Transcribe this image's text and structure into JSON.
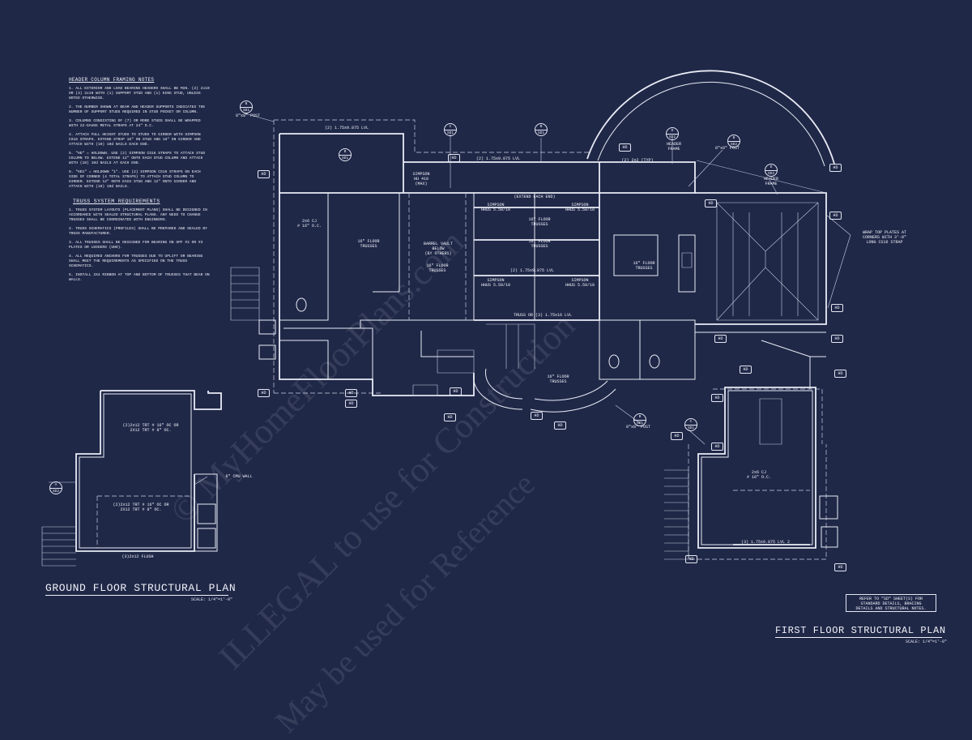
{
  "notes": {
    "header_title": "HEADER COLUMN FRAMING NOTES",
    "header_items": [
      "1. ALL EXTERIOR AND LOAD BEARING HEADERS SHALL BE MIN. (2) 2x10 OR (3) 2x10 WITH (1) SUPPORT STUD AND (1) KING STUD, UNLESS NOTED OTHERWISE.",
      "2. THE NUMBER SHOWN AT BEAM AND HEADER SUPPORTS INDICATES THE NUMBER OF SUPPORT STUDS REQUIRED IN STUD POCKET OR COLUMN.",
      "3. COLUMNS CONSISTING OF (7) OR MORE STUDS SHALL BE WRAPPED WITH 22-GAUGE METAL STRAPS AT 24\" O.C.",
      "4. ATTACH FULL HEIGHT STUDS TO STUDS TO GIRDER WITH SIMPSON CS16 STRAPS. EXTEND STRAP 18\" ON STUD AND 18\" ON GIRDER AND ATTACH WITH (10) 10d NAILS EACH END.",
      "5. \"HD\" = HOLDOWN. USE (2) SIMPSON CS16 STRAPS TO ATTACH STUD COLUMN TO BELOW. EXTEND 12\" ONTO EACH STUD COLUMN AND ATTACH WITH (10) 10d NAILS AT EACH END.",
      "6. \"HD1\" = HOLDOWN \"1\". USE (2) SIMPSON CS16 STRAPS ON EACH SIDE OF CORNER (4 TOTAL STRAPS) TO ATTACH STUD COLUMN TO GIRDER. EXTEND 12\" ONTO EACH STUD AND 12\" ONTO GIRDER AND ATTACH WITH (10) 10d NAILS."
    ],
    "truss_title": "TRUSS SYSTEM REQUIREMENTS",
    "truss_items": [
      "1. TRUSS SYSTEM LAYOUTS (PLACEMENT PLANS) SHALL BE DESIGNED IN ACCORDANCE WITH SEALED STRUCTURAL PLANS. ANY NEED TO CHANGE TRUSSES SHALL BE COORDINATED WITH ENGINEERS.",
      "2. TRUSS SCHEMATICS (PROFILES) SHALL BE PREPARED AND SEALED BY TRUSS MANUFACTURER.",
      "3. ALL TRUSSES SHALL BE DESIGNED FOR BEARING ON SPF #2 OR #3 PLATES OR LEDGERS (UNO).",
      "4. ALL REQUIRED ANCHORS FOR TRUSSES DUE TO UPLIFT OR BEARING SHALL MEET THE REQUIREMENTS AS SPECIFIED ON THE TRUSS SCHEMATICS.",
      "5. INSTALL 2X4 RIBBON AT TOP AND BOTTOM OF TRUSSES THAT BEAR ON WALLS."
    ]
  },
  "titles": {
    "ground": "GROUND FLOOR STRUCTURAL PLAN",
    "ground_scale": "SCALE: 1/4\"=1'-0\"",
    "first": "FIRST FLOOR STRUCTURAL PLAN",
    "first_scale": "SCALE: 1/4\"=1'-0\""
  },
  "refnote": "REFER TO \"SD\" SHEET(S) FOR\nSTANDARD DETAILS, BRACING\nDETAILS AND STRUCTURAL NOTES.",
  "labels": {
    "post_a": "8\"x8\" POST",
    "post_b": "8\"x8\" POST",
    "post_c": "8\"x8\" POST",
    "lvl_top": "(2) 1.75x9.875 LVL",
    "lvl_mid": "(2) 1.75x9.875 LVL",
    "joist_2x2": "(2) 2x2 (TYP)",
    "header_frame_a": "HEADER\nFRAME",
    "header_frame_b": "HEADER\nFRAME",
    "simpson_hu": "SIMPSON\nHU 410\n(MAX)",
    "extend": "(EXTEND EACH END)",
    "simpson_a": "SIMPSON\nHHUS 5.50/10",
    "simpson_b": "SIMPSON\nHHUS 5.50/10",
    "simpson_c": "SIMPSON\nHHUS 5.50/10",
    "simpson_d": "SIMPSON\nHHUS 5.50/10",
    "floor_trusses_a": "16\" FLOOR\nTRUSSES",
    "floor_trusses_b": "16\" FLOOR\nTRUSSES",
    "floor_trusses_c": "16\" FLOOR\nTRUSSES",
    "floor_trusses_d": "16\" FLOOR\nTRUSSES",
    "floor_trusses_e": "16\" FLOOR\nTRUSSES",
    "barrel": "BARREL VAULT\nBELOW\n(BY OTHERS)",
    "cj_a": "2x6 CJ\n# 16\" O.C.",
    "cj_b": "2x6 CJ\n# 16\" O.C.",
    "wrap": "WRAP TOP PLATES AT\nCORNERS WITH 3'-0\"\nLONG CS16 STRAP",
    "truss_or": "TRUSS OR (3) 1.75x16 LVL",
    "ground_trt_a": "(2)2x12 TRT # 16\" OC OR\n2X12 TRT # 8\" OC.",
    "ground_trt_b": "(2)2x12 TRT # 16\" OC OR\n2X12 TRT # 8\" OC.",
    "cmu": "8\" CMU WALL",
    "flush": "(3)2x12 FLUSH",
    "garage_lvl": "(3) 1.75x9.875 LVL 2",
    "hd": "HD",
    "sd1": "SD1",
    "sd2": "SD2",
    "a": "A",
    "b": "B",
    "c": "C",
    "d": "D"
  },
  "watermark": {
    "line1": "© MyHomeFloorPlans.com",
    "line2": "ILLEGAL to use for Construction",
    "line3": "May be used for Reference"
  },
  "colors": {
    "background": "#202848",
    "linework": "#e9ecf5"
  }
}
